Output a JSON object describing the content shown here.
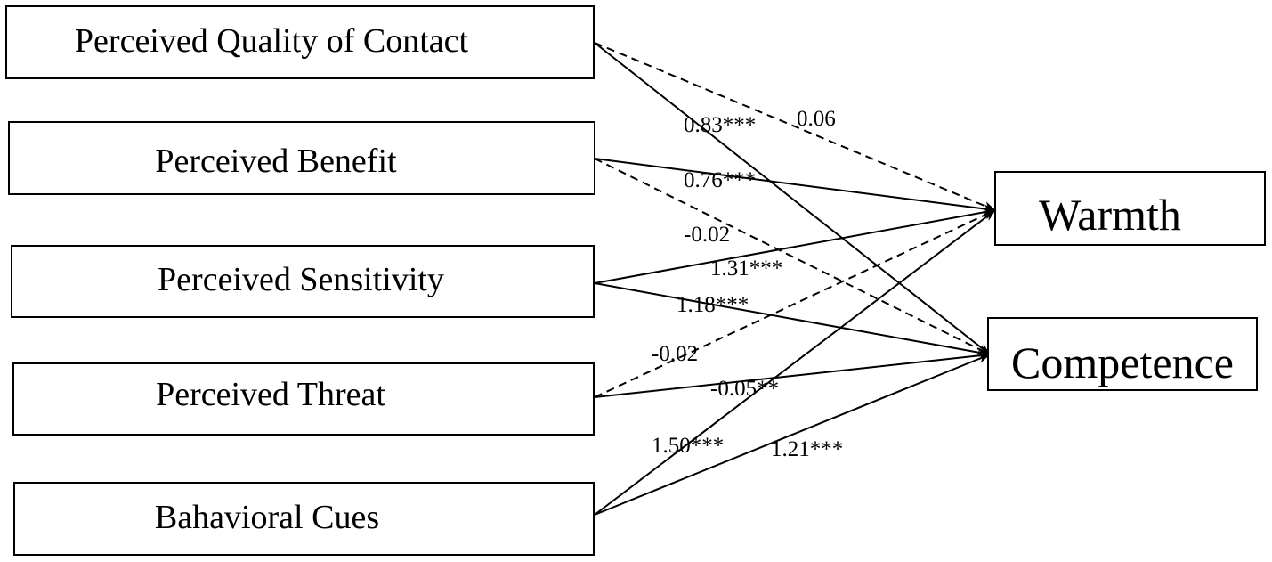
{
  "nodes": {
    "quality": {
      "label": "Perceived Quality of Contact"
    },
    "benefit": {
      "label": "Perceived Benefit"
    },
    "sensitivity": {
      "label": "Perceived Sensitivity"
    },
    "threat": {
      "label": "Perceived Threat"
    },
    "cues": {
      "label": "Bahavioral Cues"
    },
    "warmth": {
      "label": "Warmth"
    },
    "competence": {
      "label": "Competence"
    }
  },
  "paths": [
    {
      "from": "quality",
      "to": "competence",
      "coefficient": "0.83***",
      "significant": true
    },
    {
      "from": "quality",
      "to": "warmth",
      "coefficient": "0.06",
      "significant": false
    },
    {
      "from": "benefit",
      "to": "warmth",
      "coefficient": "0.76***",
      "significant": true
    },
    {
      "from": "benefit",
      "to": "competence",
      "coefficient": "-0.02",
      "significant": false
    },
    {
      "from": "sensitivity",
      "to": "warmth",
      "coefficient": "1.31***",
      "significant": true
    },
    {
      "from": "sensitivity",
      "to": "competence",
      "coefficient": "1.18***",
      "significant": true
    },
    {
      "from": "threat",
      "to": "warmth",
      "coefficient": "-0.02",
      "significant": false
    },
    {
      "from": "threat",
      "to": "competence",
      "coefficient": "-0.05**",
      "significant": true
    },
    {
      "from": "cues",
      "to": "warmth",
      "coefficient": "1.50***",
      "significant": true
    },
    {
      "from": "cues",
      "to": "competence",
      "coefficient": "1.21***",
      "significant": true
    }
  ]
}
